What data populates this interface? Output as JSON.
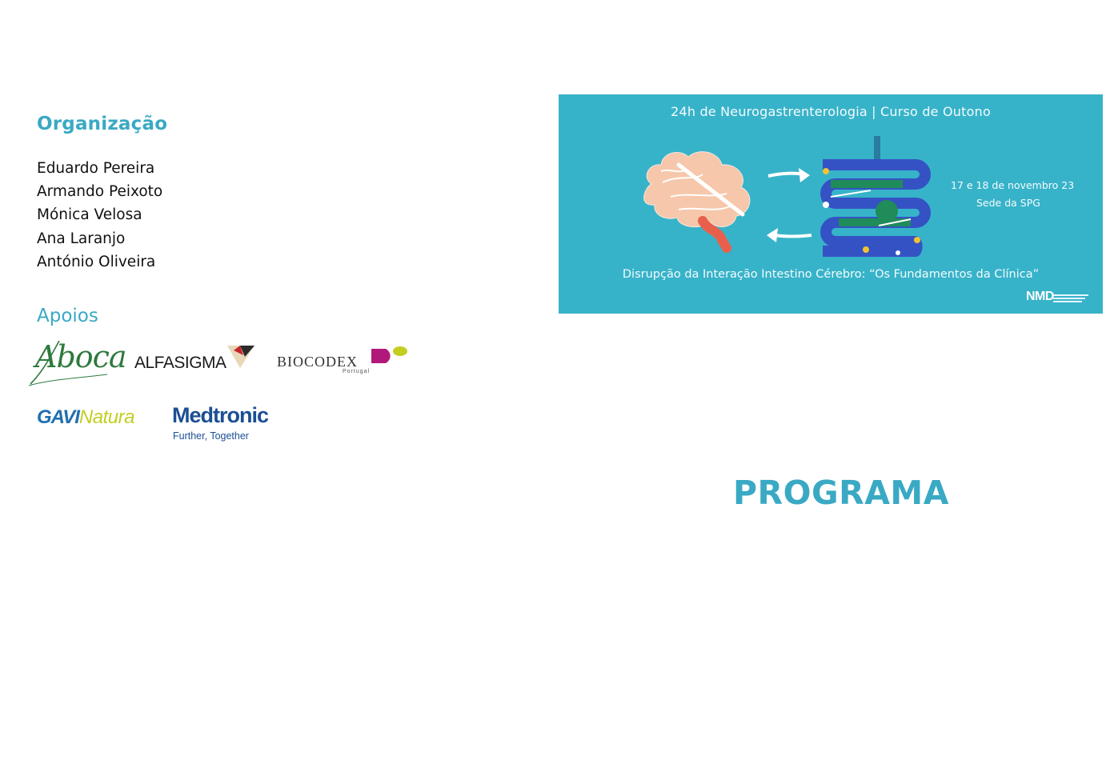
{
  "organizacao": {
    "title": "Organização",
    "members": [
      "Eduardo Pereira",
      "Armando Peixoto",
      "Mónica Velosa",
      "Ana Laranjo",
      "António Oliveira"
    ]
  },
  "apoios": {
    "title": "Apoios",
    "logos": {
      "aboca": "Aboca",
      "alfasigma": "ALFASIGMA",
      "biocodex": "BIOCODEX",
      "biocodex_sub": "Portugal",
      "gavi_a": "GAVI",
      "gavi_b": "Natura",
      "medtronic": "Medtronic",
      "medtronic_tag": "Further, Together"
    }
  },
  "banner": {
    "title": "24h de Neurogastrenterologia | Curso de Outono",
    "date": "17 e 18 de novembro 23",
    "place": "Sede da SPG",
    "subtitle": "Disrupção da Interação Intestino Cérebro: “Os Fundamentos da Clínica”",
    "nmd": "NMD",
    "background_color": "#37b3c9"
  },
  "programa": "PROGRAMA"
}
